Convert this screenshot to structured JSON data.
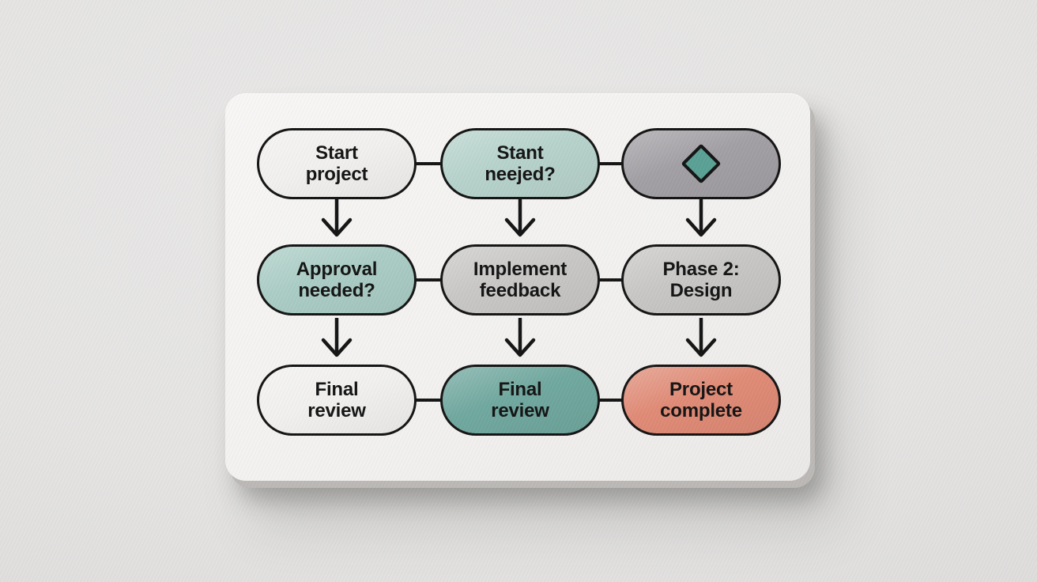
{
  "scene": {
    "background": "#e5e4e3",
    "card_fill": "#f3f2f0",
    "card_edge": "#bcb9b7",
    "line_color": "#141414",
    "text_color": "#141414"
  },
  "flowchart": {
    "nodes": [
      {
        "id": "start-project",
        "label": "Start\nproject",
        "fill": "#f2f1ef"
      },
      {
        "id": "stant-neejed",
        "label": "Stant\nneejed?",
        "fill": "#b7d3cc"
      },
      {
        "id": "decision-diamond",
        "label": "",
        "fill": "#a3a0a5",
        "icon": "diamond-icon",
        "icon_color": "#5ba195"
      },
      {
        "id": "approval-needed",
        "label": "Approval\nneeded?",
        "fill": "#aacdc5"
      },
      {
        "id": "implement-feedback",
        "label": "Implement\nfeedback",
        "fill": "#c9c8c6"
      },
      {
        "id": "phase-2-design",
        "label": "Phase 2:\nDesign",
        "fill": "#c8c7c5"
      },
      {
        "id": "final-review-left",
        "label": "Final\nreview",
        "fill": "#f2f1ef"
      },
      {
        "id": "final-review-center",
        "label": "Final\nreview",
        "fill": "#70a89f"
      },
      {
        "id": "project-complete",
        "label": "Project\ncomplete",
        "fill": "#e08b76"
      }
    ],
    "horizontal_links": [
      "r1c1-r1c2",
      "r1c2-r1c3",
      "r2c1-r2c2",
      "r2c2-r2c3",
      "r3c1-r3c2",
      "r3c2-r3c3"
    ],
    "down_arrows": [
      "r1c1-r2c1",
      "r1c2-r2c2",
      "r1c3-r2c3",
      "r2c1-r3c1",
      "r2c2-r3c2",
      "r2c3-r3c3"
    ]
  }
}
